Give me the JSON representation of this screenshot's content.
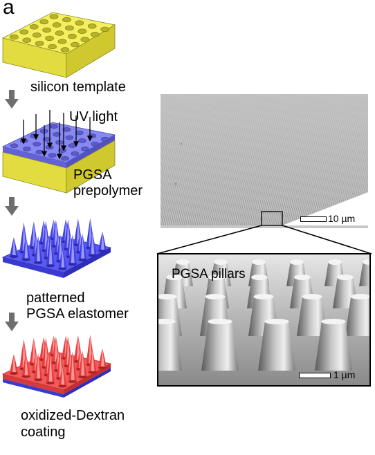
{
  "panel_label": "a",
  "steps": [
    {
      "label": "silicon template"
    },
    {
      "label": "UV light"
    },
    {
      "label_lines": [
        "PGSA",
        "prepolymer"
      ]
    },
    {
      "label_lines": [
        "patterned",
        "PGSA elastomer"
      ]
    },
    {
      "label_lines": [
        "oxidized-Dextran",
        "coating"
      ]
    }
  ],
  "micrographs": {
    "overview_scale": "10 µm",
    "zoom_title": "PGSA pillars",
    "zoom_scale": "1 µm"
  },
  "colors": {
    "silicon": "#f2f05a",
    "silicon_side": "#dcd63a",
    "pgsa": "#7070ee",
    "pgsa_dark": "#4a4ad0",
    "elastomer": "#4848e8",
    "coating": "#f04848",
    "arrow": "#6e6e6e"
  }
}
